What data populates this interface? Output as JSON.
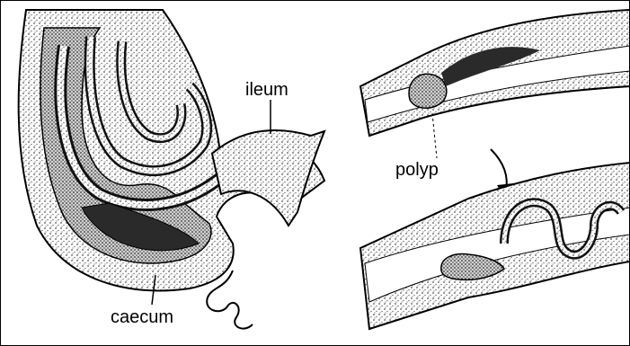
{
  "labels": {
    "ileum": "ileum",
    "polyp": "polyp",
    "caecum": "caecum"
  },
  "colors": {
    "ink": "#000000",
    "stipple": "#9a9a9a",
    "dark_fill": "#2a2a2a",
    "background": "#ffffff"
  }
}
